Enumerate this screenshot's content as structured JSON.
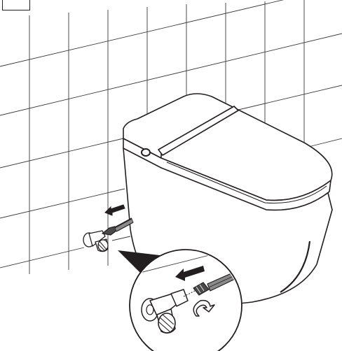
{
  "figure": {
    "step_label": "",
    "colors": {
      "line": "#231f20",
      "tile_line": "#3a3a3a",
      "background": "#ffffff"
    },
    "parts": {
      "wall": "tiled-wall",
      "toilet": "smart-toilet",
      "valve": "angle-valve",
      "hose": "water-inlet-hose",
      "direction": "connect-hose-arrow",
      "rotation": "tighten-clockwise-arrow",
      "callout": "magnified-detail-view"
    }
  }
}
